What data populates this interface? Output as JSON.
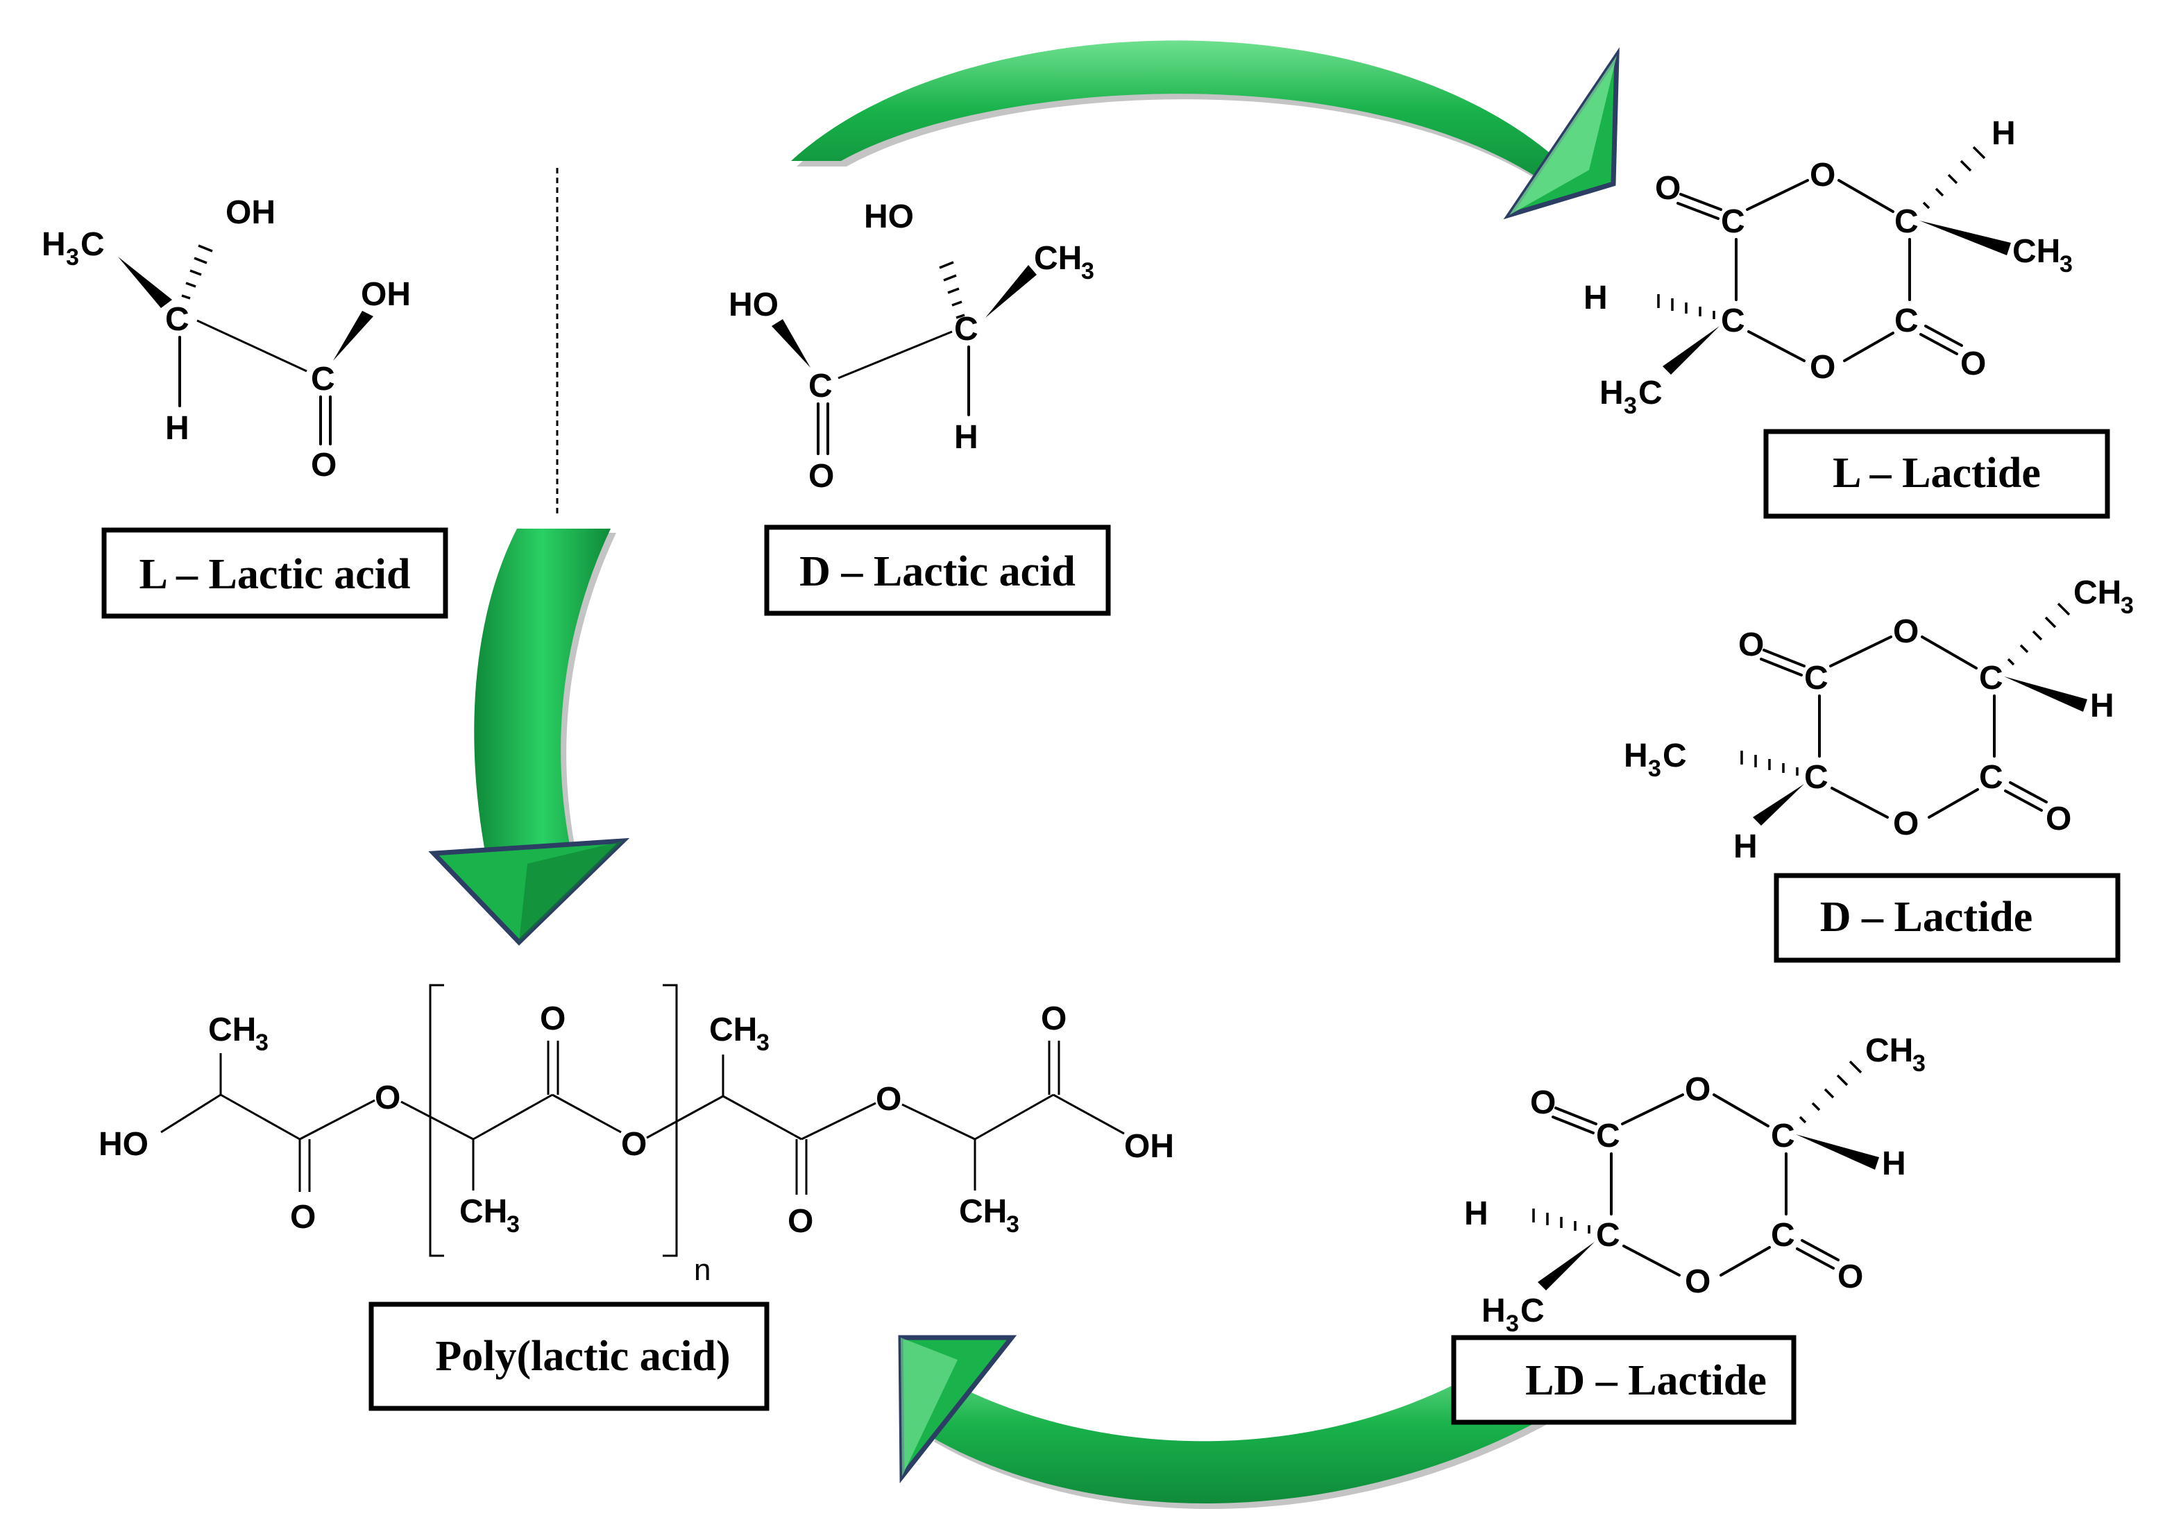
{
  "labels": {
    "l_lactic_acid": "L – Lactic acid",
    "d_lactic_acid": "D – Lactic acid",
    "l_lactide": "L – Lactide",
    "d_lactide": "D – Lactide",
    "ld_lactide": "LD – Lactide",
    "pla": "Poly(lactic acid)"
  },
  "atoms": {
    "OH": "OH",
    "HO": "HO",
    "H": "H",
    "C": "C",
    "O": "O",
    "CH": "CH",
    "H_main": "H",
    "sub3": "3",
    "n": "n"
  },
  "colors": {
    "arrow_green_dark": "#0f8a3a",
    "arrow_green_mid": "#19b24b",
    "arrow_green_light": "#6fe08f",
    "arrow_outline": "#2c3e63",
    "text": "#000000"
  }
}
